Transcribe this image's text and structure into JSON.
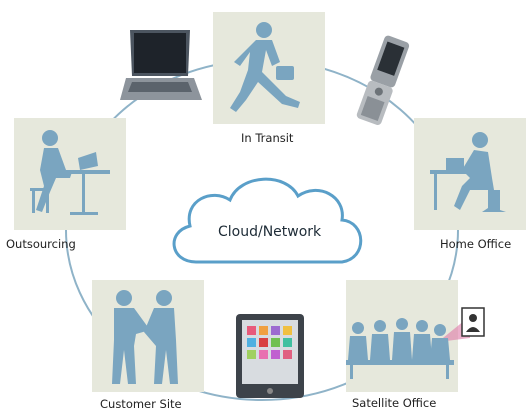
{
  "diagram": {
    "center_label": "Cloud/Network",
    "nodes": [
      {
        "id": "in-transit",
        "label": "In Transit"
      },
      {
        "id": "home-office",
        "label": "Home Office"
      },
      {
        "id": "satellite-office",
        "label": "Satellite Office"
      },
      {
        "id": "customer-site",
        "label": "Customer Site"
      },
      {
        "id": "outsourcing",
        "label": "Outsourcing"
      }
    ],
    "devices": [
      "laptop-icon",
      "mobile-phone-icon",
      "tablet-icon"
    ],
    "colors": {
      "ring": "#8fb3c8",
      "figure": "#7aa5c0",
      "panel": "#e6e8dc",
      "cloud_stroke": "#5a9fc9",
      "projection": "#e07aa8"
    }
  }
}
